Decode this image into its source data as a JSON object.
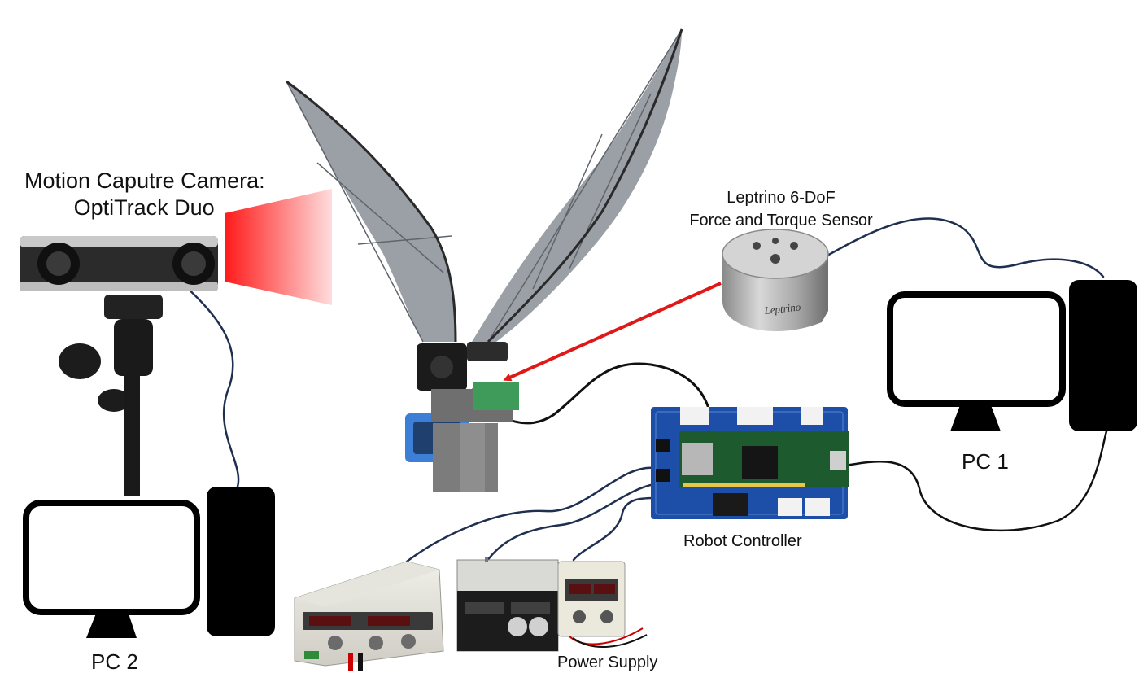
{
  "labels": {
    "camera_line1": "Motion Caputre Camera:",
    "camera_line2": "OptiTrack Duo",
    "sensor_line1": "Leptrino 6-DoF",
    "sensor_line2": "Force and Torque Sensor",
    "pc1": "PC 1",
    "pc2": "PC 2",
    "controller": "Robot Controller",
    "power_supply": "Power Supply"
  },
  "device_text": {
    "sensor_brand": "Leptrino"
  },
  "colors": {
    "background": "#ffffff",
    "cable": "#1f2f4f",
    "cable_black": "#111111",
    "arrow": "#e01818",
    "camera_beam": "#ff1a1a",
    "pcb": "#1e4fa8",
    "wing": "#9aa0a6",
    "monitor_frame": "#000000"
  },
  "icons": [
    "camera-icon",
    "wing-robot-icon",
    "sensor-icon",
    "pcb-icon",
    "power-supply-icon",
    "monitor-icon",
    "pc-tower-icon"
  ]
}
